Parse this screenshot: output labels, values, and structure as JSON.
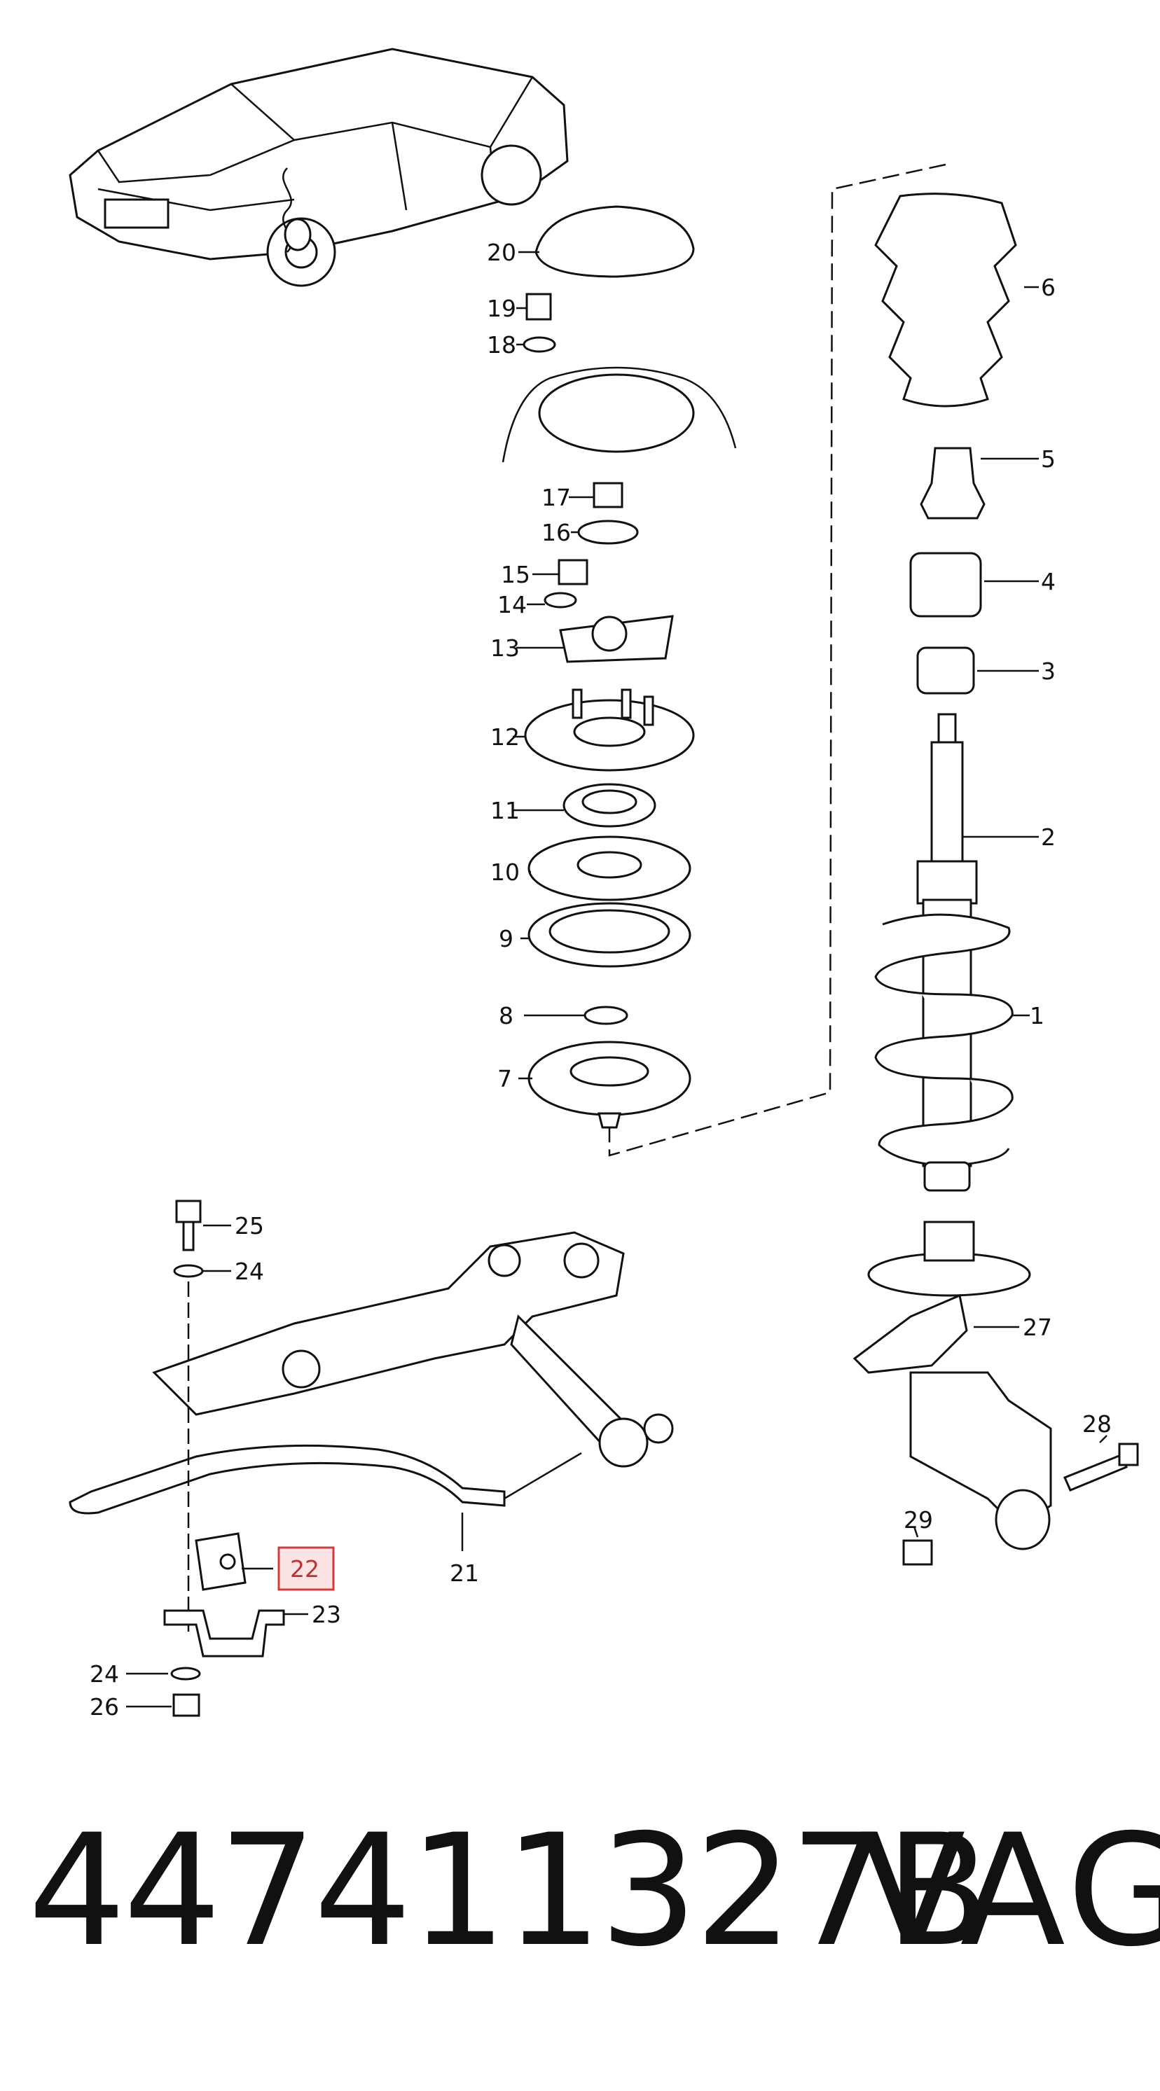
{
  "callouts": [
    "1",
    "2",
    "3",
    "4",
    "5",
    "6",
    "7",
    "8",
    "9",
    "10",
    "11",
    "12",
    "13",
    "14",
    "15",
    "16",
    "17",
    "18",
    "19",
    "20",
    "21",
    "22",
    "23",
    "24",
    "24",
    "25",
    "26",
    "27",
    "28",
    "29"
  ],
  "highlighted_callout": "22",
  "footer": {
    "part_number": "447411327B",
    "brand": "VAG"
  },
  "colors": {
    "line": "#111111",
    "highlight_fill": "#fde4e4",
    "highlight_stroke": "#d23b3b"
  }
}
